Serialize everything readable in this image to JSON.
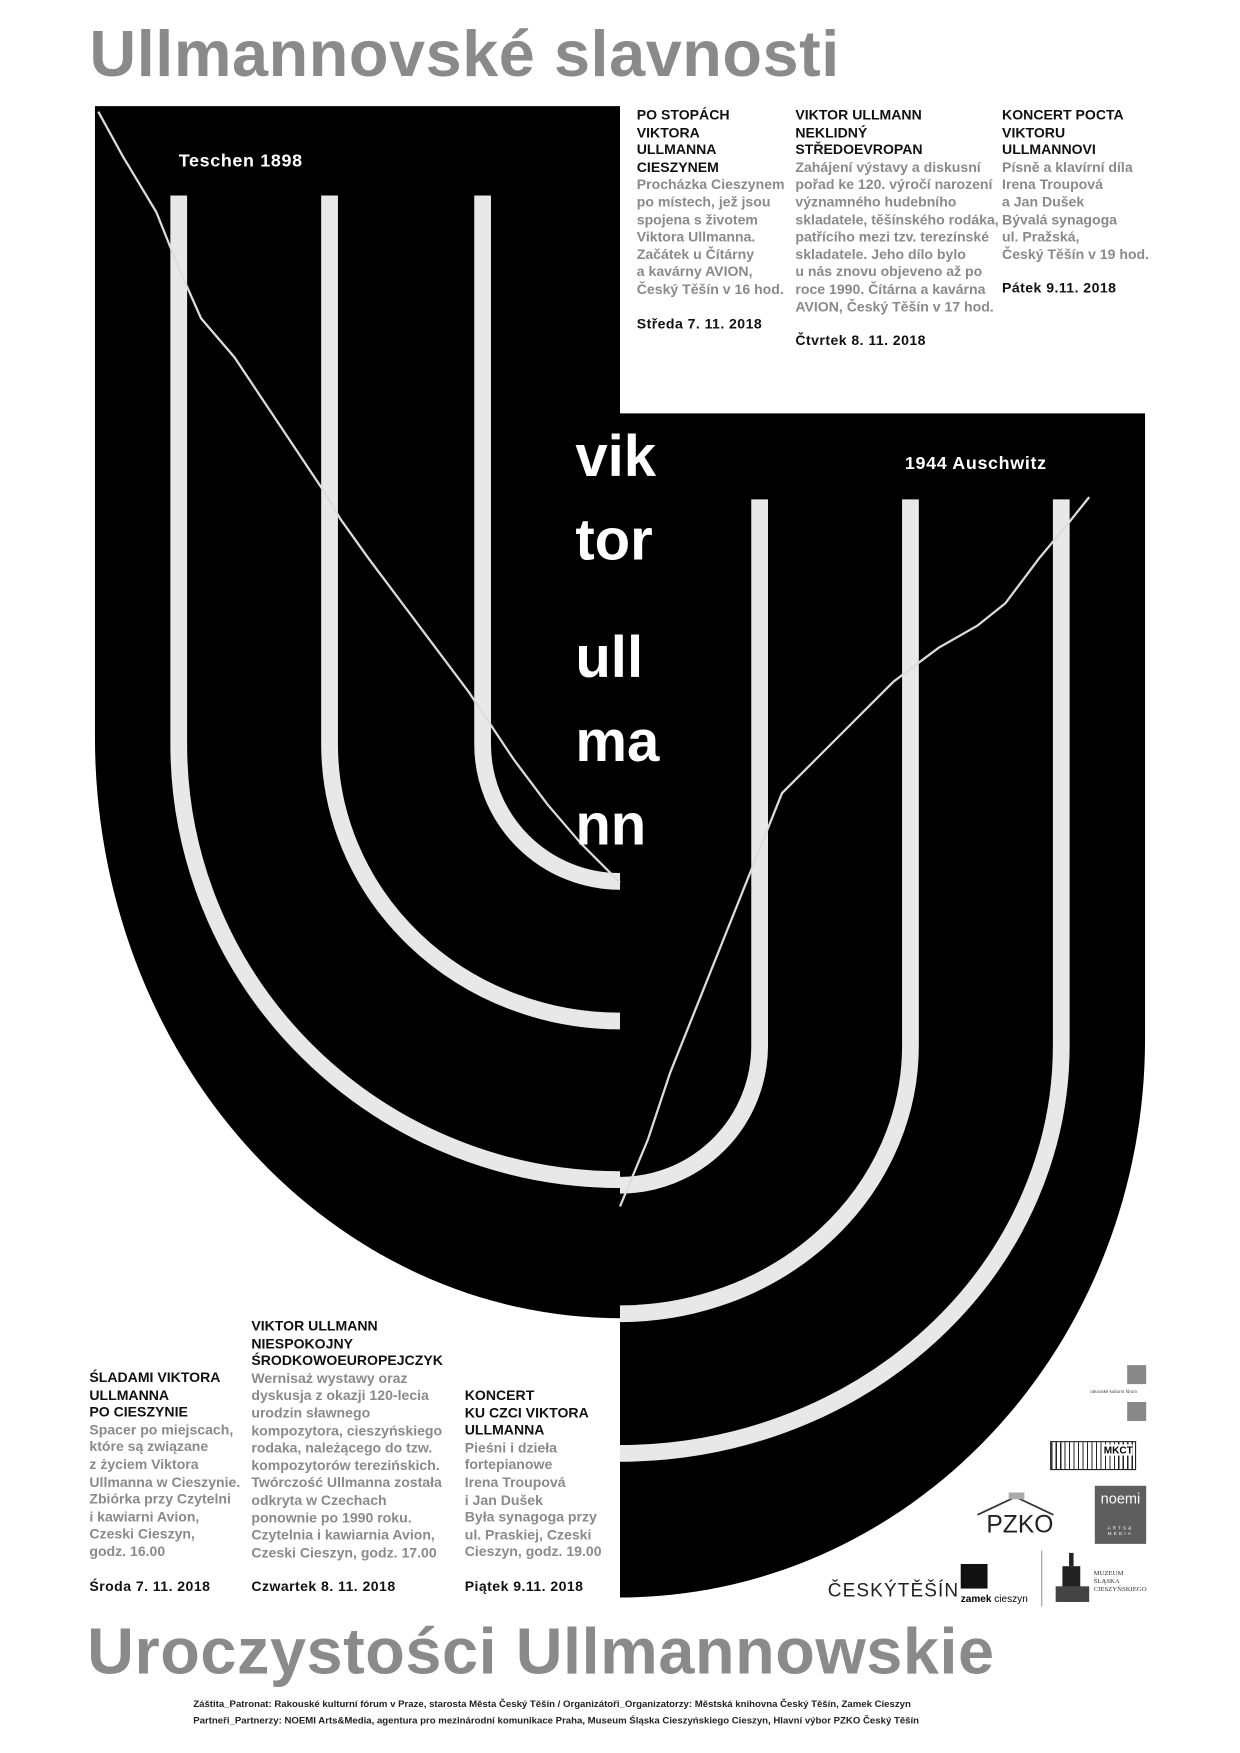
{
  "title_top": "Ullmannovské slavnosti",
  "title_bottom": "Uroczystości Ullmannowskie",
  "artwork": {
    "label_birth": "Teschen 1898",
    "label_death": "1944 Auschwitz",
    "name_lines": [
      "vik",
      "tor",
      "ull",
      "ma",
      "nn"
    ]
  },
  "events_cz": [
    {
      "heading": [
        "PO STOPÁCH",
        "VIKTORA",
        "ULLMANNA",
        "CIESZYNEM"
      ],
      "body": [
        "Procházka Cieszynem",
        "po místech, jež jsou",
        "spojena s životem",
        "Viktora Ullmanna.",
        "Začátek u Čítárny",
        "a kavárny AVION,",
        "Český Těšín v 16 hod."
      ],
      "date": "Středa 7. 11. 2018"
    },
    {
      "heading": [
        "VIKTOR ULLMANN",
        "NEKLIDNÝ",
        "STŘEDOEVROPAN"
      ],
      "body": [
        "Zahájení výstavy a diskusní",
        "pořad ke 120. výročí  narození",
        "významného hudebního",
        "skladatele, těšínského rodáka,",
        "patřícího mezi tzv. terezínské",
        "skladatele. Jeho dílo bylo",
        "u nás znovu objeveno až po",
        "roce 1990. Čítárna a kavárna",
        "AVION, Český Těšín v 17 hod."
      ],
      "date": "Čtvrtek 8. 11. 2018"
    },
    {
      "heading": [
        "KONCERT POCTA",
        "VIKTORU",
        "ULLMANNOVI"
      ],
      "body": [
        "Písně a klavírní díla",
        "Irena Troupová",
        "a Jan Dušek",
        "Bývalá synagoga",
        "ul. Pražská,",
        "Český Těšín v 19 hod."
      ],
      "date": "Pátek 9.11. 2018"
    }
  ],
  "events_pl": [
    {
      "heading": [
        "ŚLADAMI VIKTORA",
        "ULLMANNA",
        "PO CIESZYNIE"
      ],
      "body": [
        "Spacer po miejscach,",
        "które są związane",
        "z życiem Viktora",
        "Ullmanna w Cieszynie.",
        "Zbiórka przy Czytelni",
        "i kawiarni Avion,",
        "Czeski Cieszyn,",
        "godz. 16.00"
      ],
      "date": "Środa 7. 11. 2018"
    },
    {
      "heading": [
        "VIKTOR ULLMANN",
        "NIESPOKOJNY",
        "ŚRODKOWOEUROPEJCZYK"
      ],
      "body": [
        "Wernisaż wystawy oraz",
        "dyskusja z okazji 120-lecia",
        "urodzin sławnego",
        "kompozytora, cieszyńskiego",
        "rodaka, należącego do tzw.",
        "kompozytorów terezińskich.",
        "Twórczość Ullmanna została",
        "odkryta w Czechach",
        "ponownie po 1990 roku.",
        "Czytelnia i kawiarnia Avion,",
        "Czeski Cieszyn, godz. 17.00"
      ],
      "date": "Czwartek 8. 11. 2018"
    },
    {
      "heading": [
        "KONCERT",
        "KU CZCI VIKTORA",
        "ULLMANNA"
      ],
      "body": [
        "Pieśni i dzieła",
        "fortepianowe",
        "Irena Troupová",
        "i Jan Dušek",
        "Była synagoga przy",
        "ul. Praskiej, Czeski",
        "Cieszyn, godz. 19.00"
      ],
      "date": "Piątek 9.11. 2018"
    }
  ],
  "logos": {
    "rkf": "rakouské kulturní fórum",
    "mkct": "MKCT",
    "pzko": "PZKO",
    "noemi": "noemi",
    "noemi_sub": [
      "ARTS&",
      "MEDIA"
    ],
    "cesky_tesin": "ČESKÝTĚŠÍN",
    "zamek_bold": "zamek",
    "zamek_rest": " cieszyn",
    "muzeum": [
      "MUZEUM",
      "ŚLĄSKA",
      "CIESZYŃSKIEGO"
    ]
  },
  "footer": {
    "line1": "Záštita_Patronat:   Rakouské kulturní fórum v Praze, starosta Města Český Těšín / Organizátoři_Organizatorzy: Městská knihovna Český Těšín, Zamek Cieszyn",
    "line2": "Partneři_Partnerzy: NOEMI Arts&Media, agentura pro mezinárodní komunikace Praha, Museum Śląska Cieszyńskiego Cieszyn, Hlavní výbor PZKO Český Těšín"
  },
  "colors": {
    "title_gray": "#8a8a8a",
    "black": "#000000",
    "line_white": "#e8e8e8"
  }
}
